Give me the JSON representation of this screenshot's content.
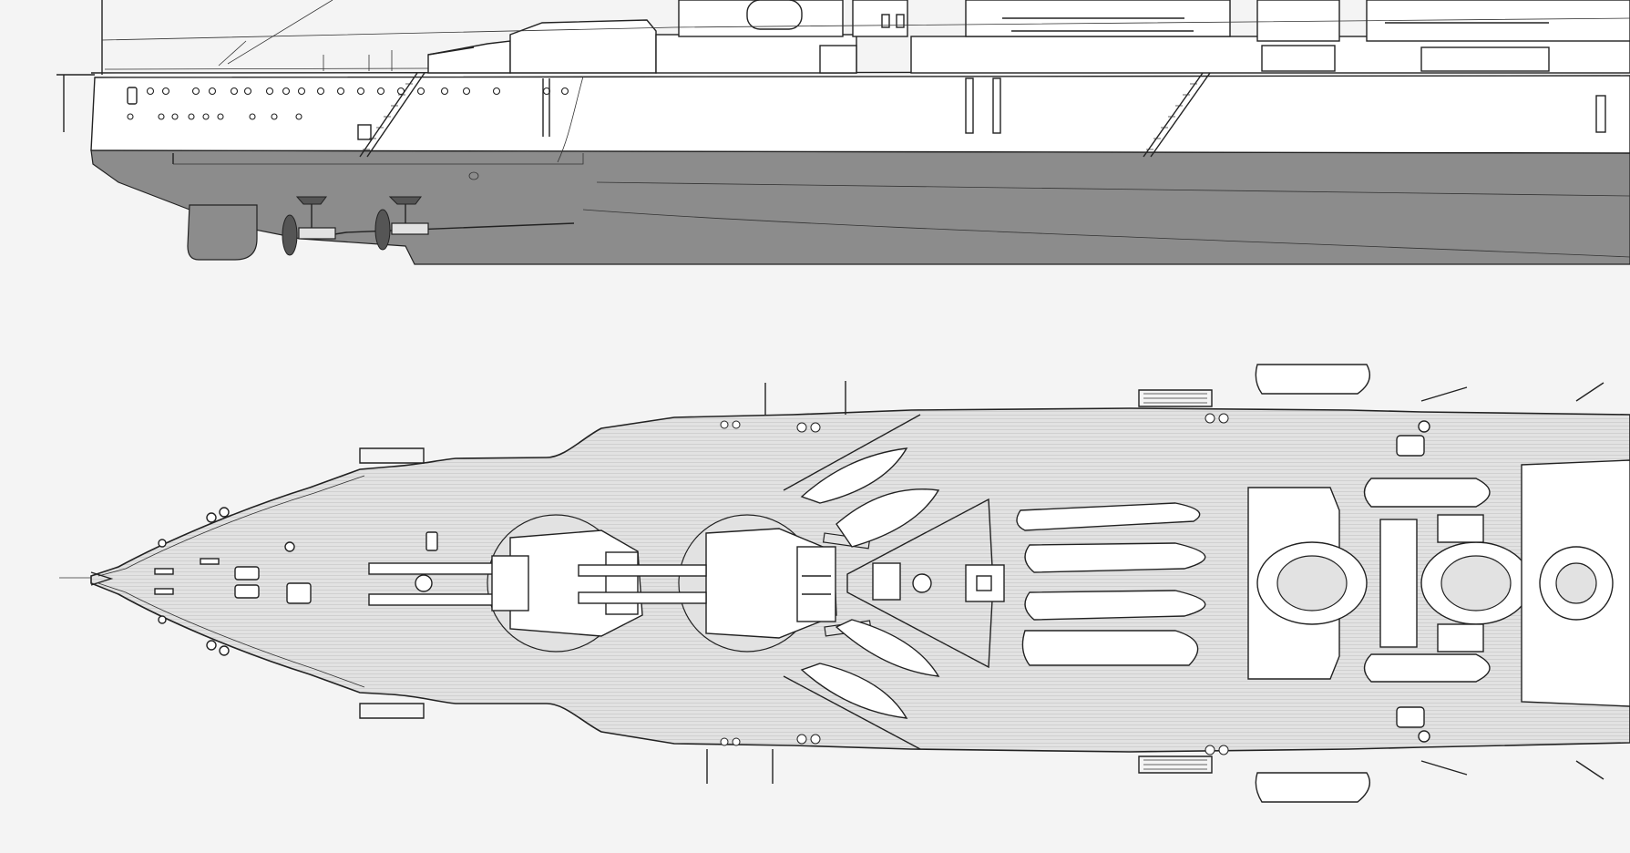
{
  "figure": {
    "subject": "warship-plans",
    "views": [
      "side-profile",
      "deck-plan"
    ],
    "colors": {
      "background": "#f4f4f4",
      "hull_white": "#ffffff",
      "hull_grey": "#8c8c8c",
      "deck_planking": "#e2e2e2",
      "line": "#222222"
    }
  }
}
